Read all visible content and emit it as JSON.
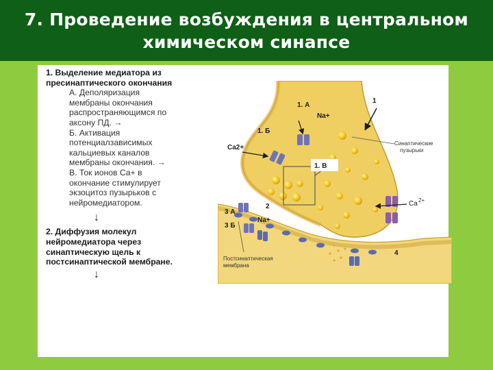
{
  "title": {
    "line1": "7. Проведение возбуждения в центральном",
    "line2": "химическом синапсе"
  },
  "text": {
    "step1_line1": "1. Выделение медиатора из",
    "step1_line2": "пресинаптического окончания",
    "a_lines": [
      "А. Деполяризация",
      "мембраны окончания",
      "распространяющимся по",
      "аксону ПД. →"
    ],
    "b_lines": [
      "Б. Активация",
      "потенциалзависимых",
      "кальциевых каналов",
      "мембраны окончания. →"
    ],
    "v_lines": [
      "В. Ток ионов Са+ в",
      "окончание стимулирует",
      "экзоцитоз пузырьков с",
      "нейромедиатором."
    ],
    "arrow": "↓",
    "step2_lines": [
      "2. Диффузия молекул",
      "нейромедиатора через",
      "синаптическую щель к",
      "постсинаптической мембране."
    ],
    "arrow2": "↓"
  },
  "diagram_labels": {
    "label_1a": "1. А",
    "label_na_top": "Na+",
    "label_1": "1",
    "label_1b": "1. Б",
    "label_ca_left": "Ca2+",
    "label_vesicles_1": "Синаптические",
    "label_vesicles_2": "пузырьки",
    "label_1v": "1. В",
    "label_ca_right": "Ca",
    "label_ca_right_sup": "2+",
    "label_3a": "3 А",
    "label_2": "2",
    "label_na_mid": "Na+",
    "label_3b": "3 Б",
    "label_post_1": "Постсинаптическая",
    "label_post_2": "мембрана",
    "label_4": "4"
  },
  "colors": {
    "title_bg": "#0f5f16",
    "slide_bg": "#8fcb3f",
    "terminal_fill": "#efcf62",
    "vesicle": "#f5c51c",
    "channel": "#6f74b8",
    "receptor": "#5c6ab3"
  }
}
